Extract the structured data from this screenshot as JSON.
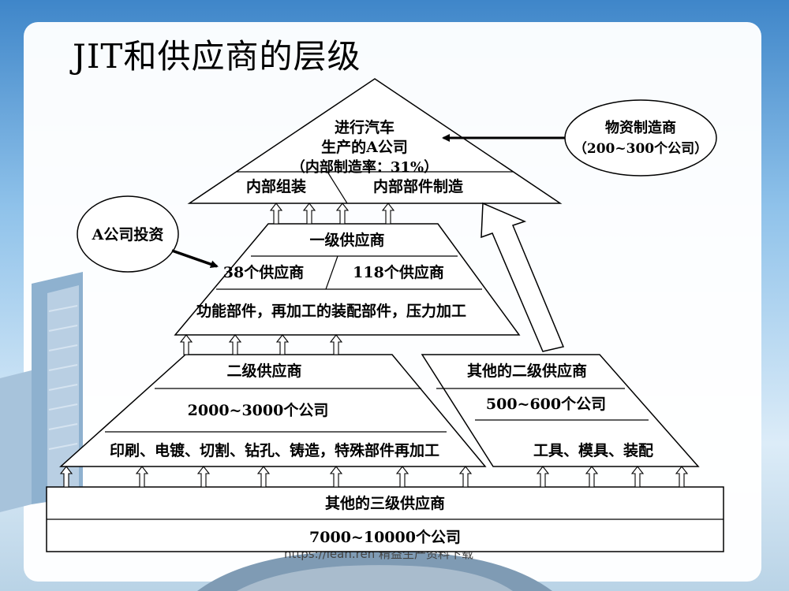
{
  "title": "JIT和供应商的层级",
  "top": {
    "line1": "进行汽车",
    "line2": "生产的A公司",
    "line3": "（内部制造率：31%）",
    "left_cell": "内部组装",
    "right_cell": "内部部件制造"
  },
  "materials": {
    "line1": "物资制造商",
    "line2": "（200~300个公司）"
  },
  "investment": {
    "label": "A公司投资"
  },
  "tier1": {
    "title": "一级供应商",
    "left_count": "38个供应商",
    "right_count": "118个供应商",
    "description": "功能部件，再加工的装配部件，压力加工"
  },
  "tier2": {
    "title": "二级供应商",
    "count": "2000~3000个公司",
    "description": "印刷、电镀、切割、钻孔、铸造，特殊部件再加工"
  },
  "other_tier2": {
    "title": "其他的二级供应商",
    "count": "500~600个公司",
    "description": "工具、模具、装配"
  },
  "tier3": {
    "title": "其他的三级供应商",
    "count": "7000~10000个公司"
  },
  "footer": {
    "text": "https://lean.ren  精益生产资料下载"
  },
  "colors": {
    "sky": "#7fb6e6",
    "sky_light": "#d6e9f8",
    "road": "#5d7f9c"
  }
}
